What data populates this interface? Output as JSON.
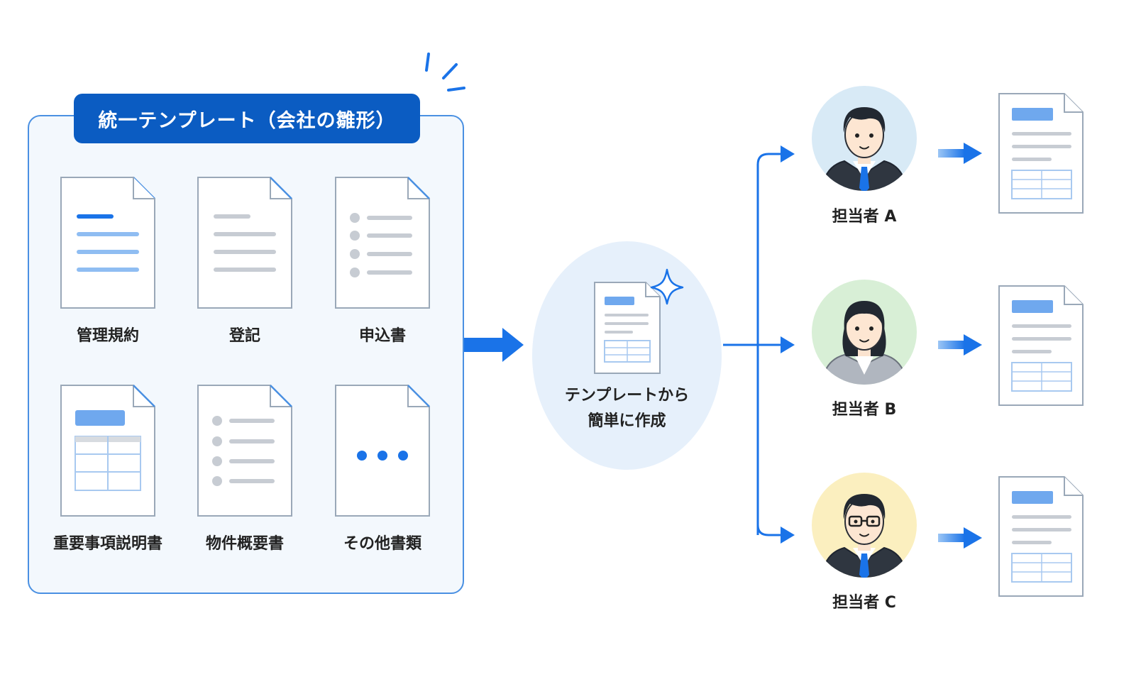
{
  "panel": {
    "title": "統一テンプレート（会社の雛形）",
    "documents": [
      {
        "label": "管理規約",
        "icon": "lined-document-icon"
      },
      {
        "label": "登記",
        "icon": "lined-document-icon"
      },
      {
        "label": "申込書",
        "icon": "list-document-icon"
      },
      {
        "label": "重要事項説明書",
        "icon": "table-document-icon"
      },
      {
        "label": "物件概要書",
        "icon": "list-document-icon"
      },
      {
        "label": "その他書類",
        "icon": "ellipsis-document-icon"
      }
    ]
  },
  "center": {
    "line1": "テンプレートから",
    "line2": "簡単に作成",
    "icon": "sparkle-document-icon"
  },
  "people": [
    {
      "label": "担当者 A",
      "avatar_bg": "#d8eaf6"
    },
    {
      "label": "担当者 B",
      "avatar_bg": "#d8efd6"
    },
    {
      "label": "担当者 C",
      "avatar_bg": "#fbefbf"
    }
  ],
  "colors": {
    "accent": "#0b5cc2",
    "arrow": "#1a73e8",
    "panel_border": "#4a90e2"
  }
}
